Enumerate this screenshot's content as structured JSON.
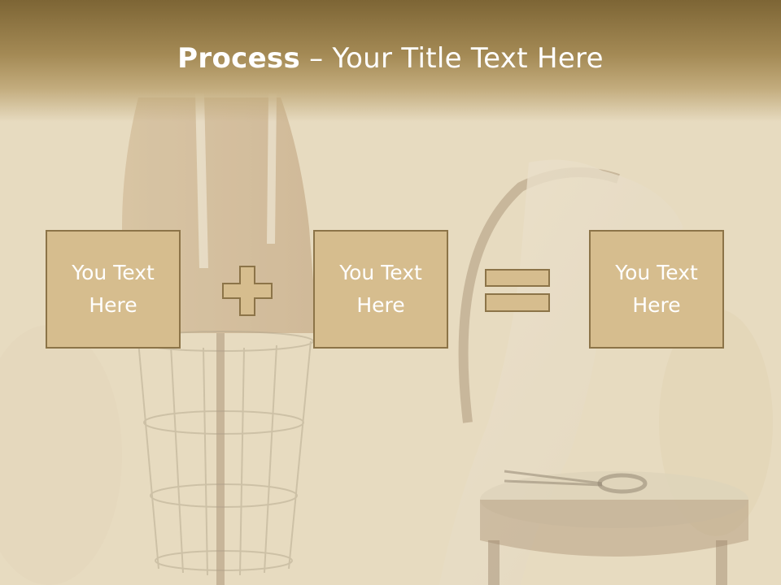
{
  "slide": {
    "title_bold": "Process",
    "title_rest": " – Your Title Text Here",
    "boxes": [
      {
        "label": "You Text\nHere"
      },
      {
        "label": "You Text\nHere"
      },
      {
        "label": "You Text\nHere"
      }
    ],
    "operators": [
      "plus-icon",
      "equals-icon"
    ]
  },
  "colors": {
    "header_dark": "#7d6535",
    "box_fill": "#d6bd8e",
    "box_border": "#8c7448",
    "text": "#ffffff"
  }
}
